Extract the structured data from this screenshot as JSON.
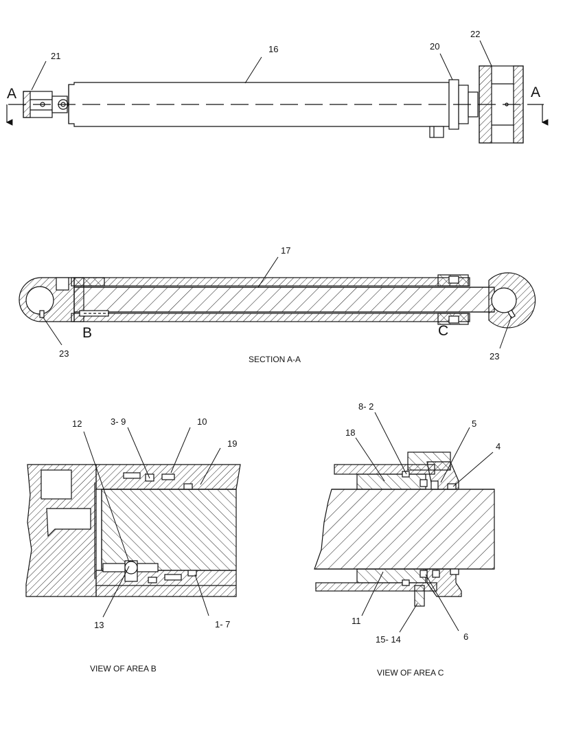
{
  "top_view": {
    "section_marker_left": "A",
    "section_marker_right": "A",
    "callouts": {
      "c21": "21",
      "c16": "16",
      "c20": "20",
      "c22": "22"
    }
  },
  "section_view": {
    "title": "SECTION A-A",
    "area_b_marker": "B",
    "area_c_marker": "C",
    "callouts": {
      "c17": "17",
      "c23_left": "23",
      "c23_right": "23"
    }
  },
  "area_b": {
    "title": "VIEW OF AREA B",
    "callouts": {
      "c12": "12",
      "c3_9": "3- 9",
      "c10": "10",
      "c19": "19",
      "c13": "13",
      "c1_7": "1- 7"
    }
  },
  "area_c": {
    "title": "VIEW OF AREA C",
    "callouts": {
      "c8_2": "8- 2",
      "c18": "18",
      "c5": "5",
      "c4": "4",
      "c11": "11",
      "c15_14": "15- 14",
      "c6": "6"
    }
  },
  "colors": {
    "line": "#111111",
    "background": "#ffffff"
  }
}
